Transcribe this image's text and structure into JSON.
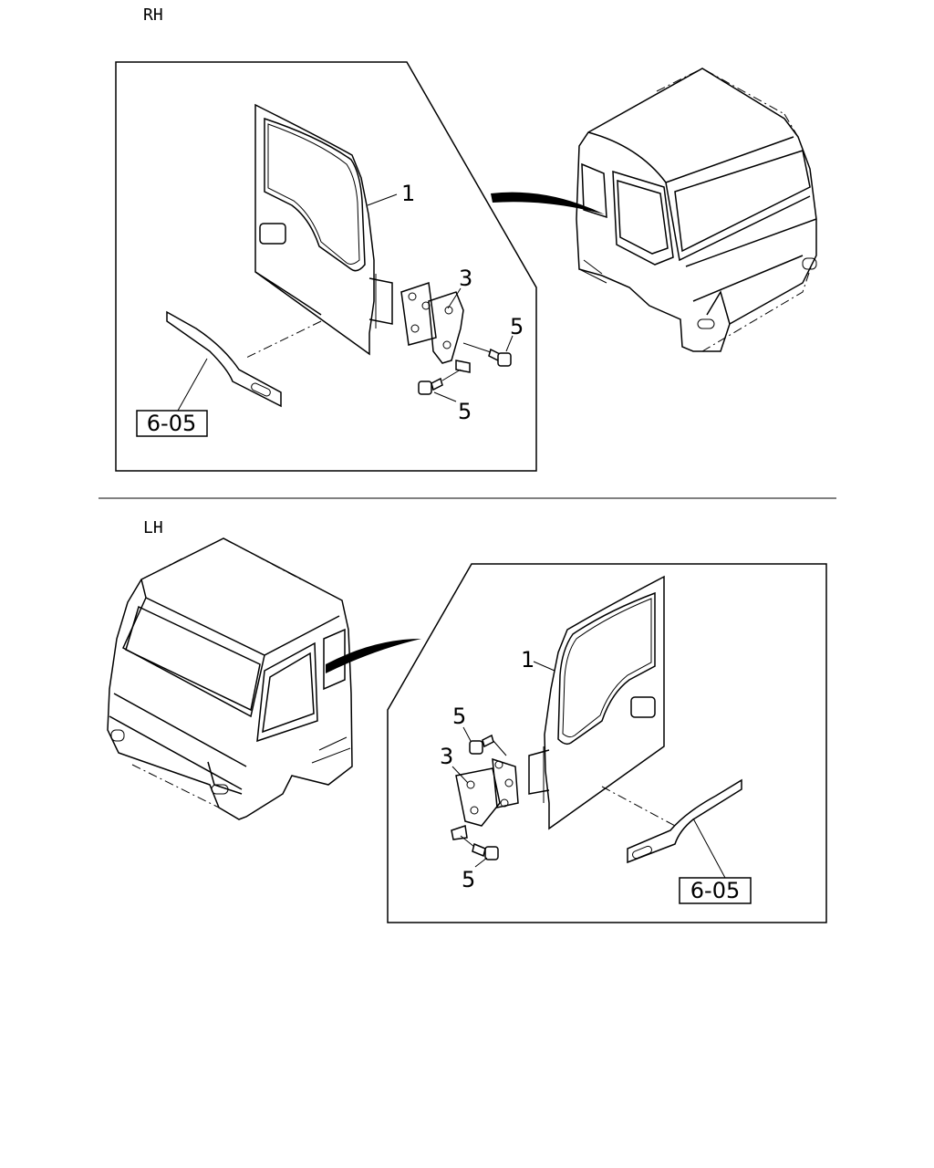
{
  "sections": {
    "rh": {
      "side_label": "RH",
      "callouts": {
        "door": "1",
        "hinge": "3",
        "bolt_upper": "5",
        "bolt_lower": "5"
      },
      "reference": "6-05"
    },
    "lh": {
      "side_label": "LH",
      "callouts": {
        "door": "1",
        "hinge": "3",
        "bolt_upper": "5",
        "bolt_lower": "5"
      },
      "reference": "6-05"
    }
  },
  "style": {
    "line_color": "#000000",
    "background": "#ffffff"
  }
}
